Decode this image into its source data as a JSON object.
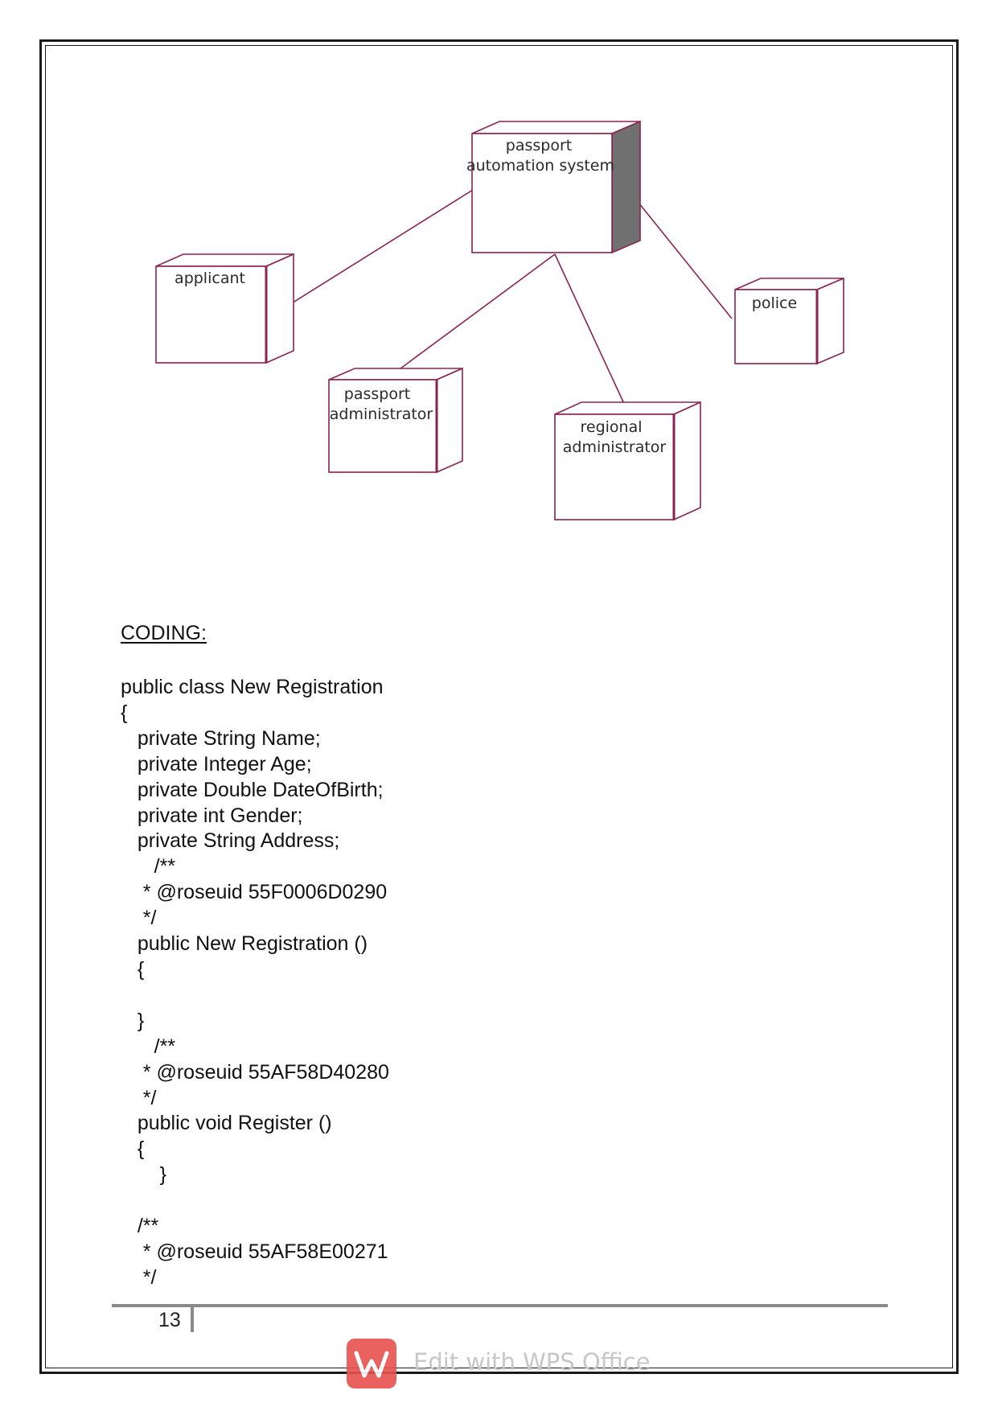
{
  "diagram": {
    "nodes": {
      "system": [
        "passport",
        "automation system"
      ],
      "applicant": [
        "applicant"
      ],
      "police": [
        "police"
      ],
      "passport_admin": [
        "passport",
        "administrator"
      ],
      "regional_admin": [
        "regional",
        "administrator"
      ]
    },
    "colors": {
      "line": "#8b2252",
      "text": "#2a2a2a",
      "shade": "#707070"
    }
  },
  "section": {
    "heading": "CODING:"
  },
  "code": [
    "public class New Registration",
    "{",
    "   private String Name;",
    "   private Integer Age;",
    "   private Double DateOfBirth;",
    "   private int Gender;",
    "   private String Address;",
    "      /**",
    "    * @roseuid 55F0006D0290",
    "    */",
    "   public New Registration ()",
    "   {",
    "",
    "   }",
    "      /**",
    "    * @roseuid 55AF58D40280",
    "    */",
    "   public void Register ()",
    "   {",
    "       }",
    "",
    "   /**",
    "    * @roseuid 55AF58E00271",
    "    */"
  ],
  "footer": {
    "page_number": "13"
  },
  "watermark": {
    "text": "Edit with WPS Office",
    "icon": "wps-logo-icon"
  }
}
